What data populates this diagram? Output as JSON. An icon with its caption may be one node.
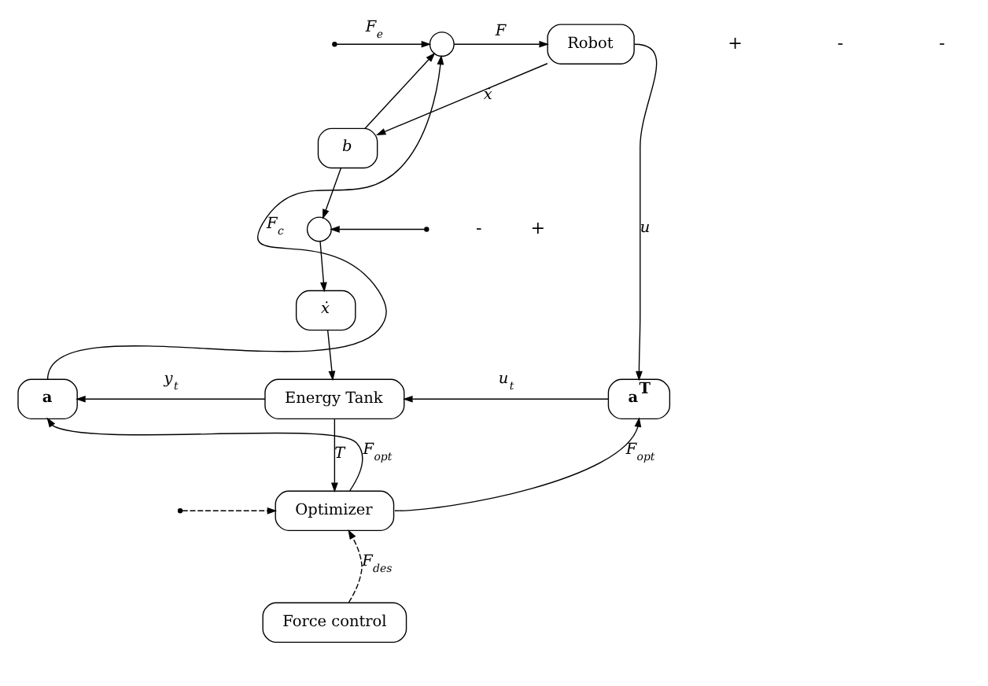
{
  "diagram": {
    "nodes": [
      {
        "text": [],
        "shape": "circle"
      },
      {
        "text": [
          "Robot"
        ]
      },
      {
        "text": [
          "b"
        ]
      },
      {
        "text": [],
        "shape": "circle"
      },
      {
        "text": [
          "ẋ"
        ]
      },
      {
        "text": [
          "a"
        ]
      },
      {
        "text": [
          "Energy Tank"
        ]
      },
      {
        "text": [
          "a$^{T}$"
        ]
      },
      {
        "text": [
          "Optimizer"
        ]
      },
      {
        "text": [
          "Force control"
        ]
      }
    ],
    "edges": [
      {
        "from": null,
        "to": 0,
        "arrow": "to",
        "label": "F$_{e}$"
      },
      {
        "from": null,
        "to": 3,
        "arrow": "to"
      },
      {
        "from": null,
        "to": 8,
        "arrow": "to",
        "style": "dashed"
      },
      {
        "from": 0,
        "to": 1,
        "arrow": "to",
        "label": "F"
      },
      {
        "from": 1,
        "to": 2,
        "arrow": "to",
        "label": "ẋ"
      },
      {
        "from": 1,
        "to": 7,
        "arrow": "to",
        "label": "u"
      },
      {
        "from": 2,
        "to": 0,
        "arrow": "to"
      },
      {
        "from": 2,
        "to": 3,
        "arrow": "to"
      },
      {
        "from": 3,
        "to": 4,
        "arrow": "to"
      },
      {
        "from": 4,
        "to": 6,
        "arrow": "to"
      },
      {
        "from": 7,
        "to": 6,
        "arrow": "to",
        "label": "u$_{t}$"
      },
      {
        "from": 6,
        "to": 5,
        "arrow": "to",
        "label": "y$_{t}$"
      },
      {
        "from": 5,
        "to": 0,
        "arrow": "to",
        "label": "F$_{c}$"
      },
      {
        "from": 6,
        "to": 8,
        "arrow": "to",
        "label": "T"
      },
      {
        "from": 8,
        "to": 5,
        "arrow": "to",
        "label": "F$_{opt}$"
      },
      {
        "from": 8,
        "to": 7,
        "arrow": "to",
        "label": "F$_{opt}$"
      },
      {
        "from": 9,
        "to": 8,
        "arrow": "to",
        "label": "F$_{des}$",
        "style": "dashed"
      }
    ],
    "labels": [
      "+",
      "-",
      "-",
      "-",
      "+"
    ]
  }
}
